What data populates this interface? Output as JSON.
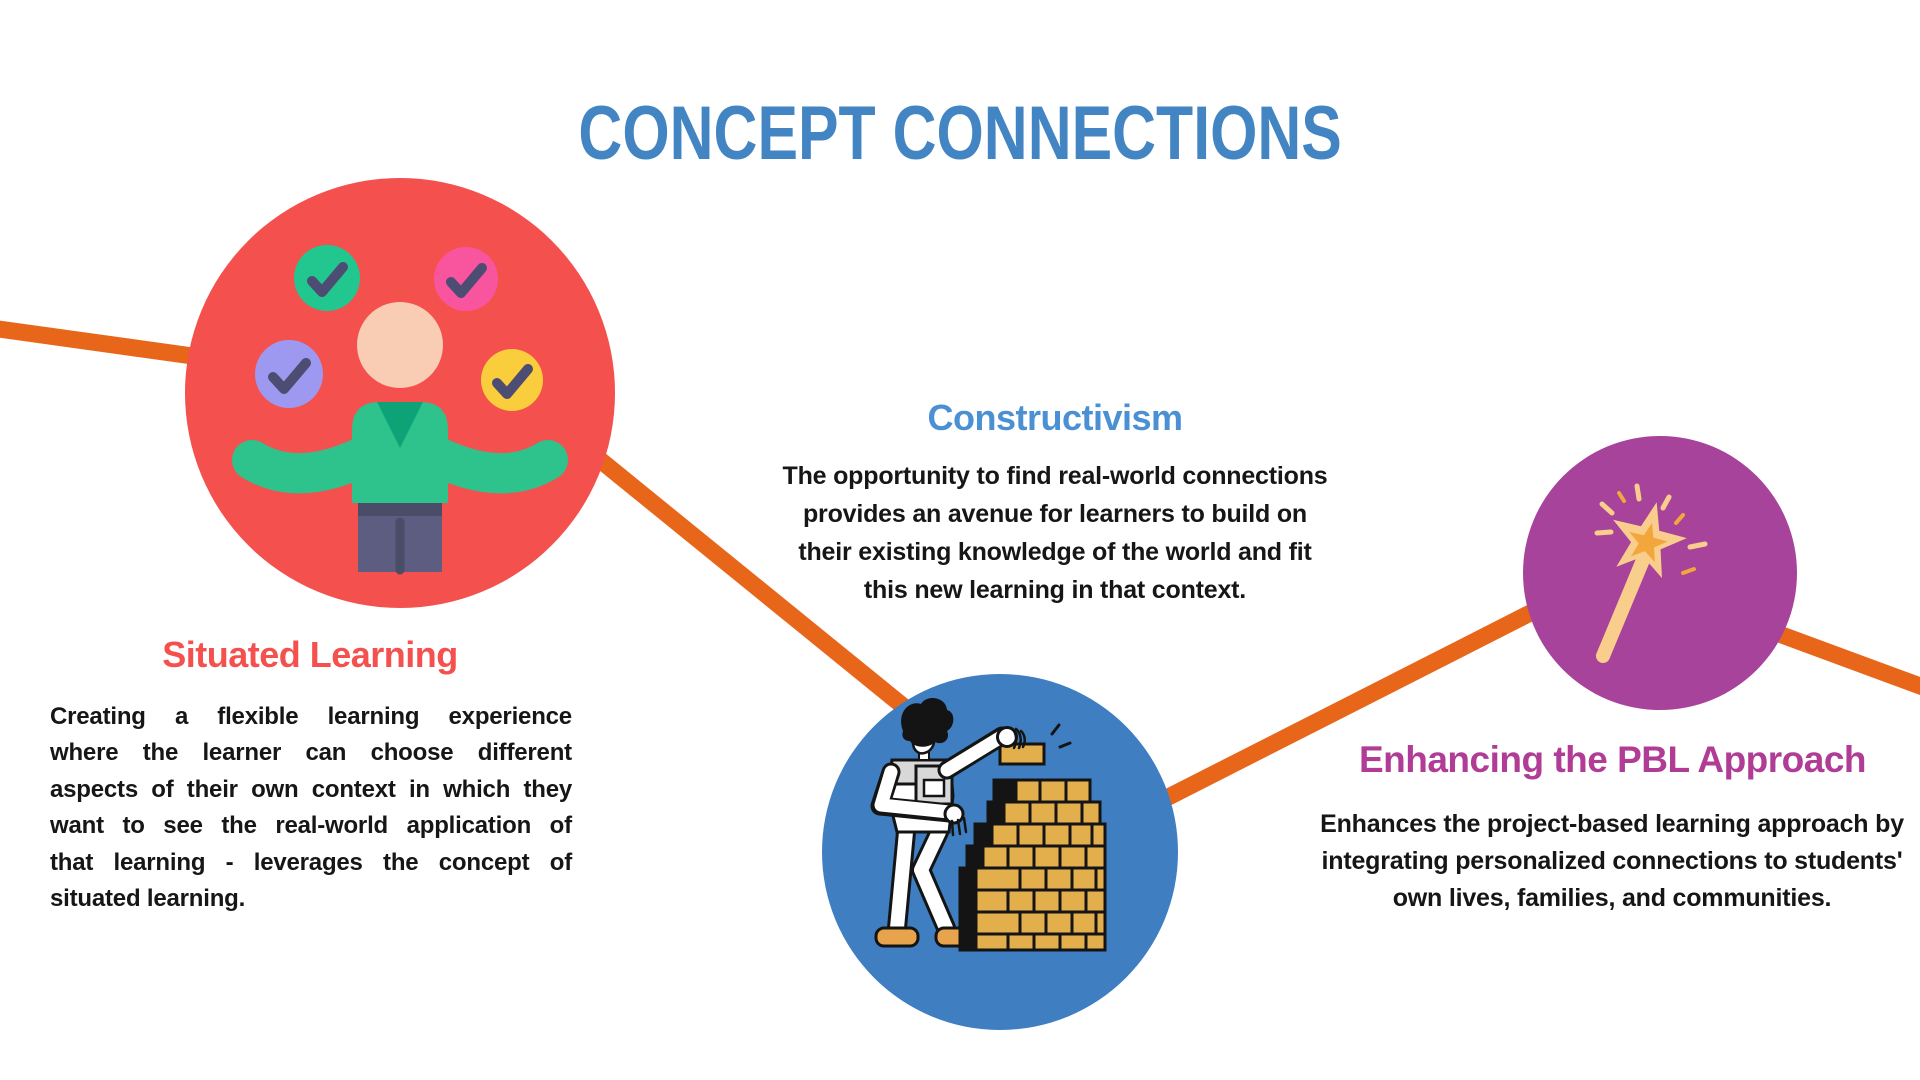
{
  "palette": {
    "background": "#FFFFFF",
    "title_blue": "#4285C2",
    "coral_red": "#F4514E",
    "heading_blue": "#4A90D3",
    "heading_magenta": "#B03C95",
    "connector_orange": "#E8661A",
    "circle_red": "#F4514E",
    "circle_blue": "#3E7EC1",
    "circle_purple": "#A7439A",
    "body_text": "#161616",
    "check_green": "#21C78E",
    "check_pink": "#F9559E",
    "check_lavender": "#9D99F1",
    "check_yellow": "#F9CD3B",
    "checkmark_slate": "#4D4C72",
    "shirt_green": "#2EC28C",
    "skin_peach": "#F9CDB3",
    "pants_slate": "#5C5D80",
    "brick_gold": "#E3AF4D",
    "wand_cream": "#F9CE8C",
    "star_orange": "#F2A63C"
  },
  "title": {
    "text": "CONCEPT CONNECTIONS"
  },
  "connector": {
    "color": "#E8661A"
  },
  "circles": {
    "situated": "#F4514E",
    "constructivism": "#3E7EC1",
    "pbl": "#A7439A"
  },
  "sections": {
    "situated": {
      "heading": "Situated Learning",
      "icon": "juggling-person-with-checkmarks",
      "body": "Creating a flexible learning experience where the learner can choose different aspects of their own context in which they want to see the real-world application of that learning - leverages the concept of situated learning.",
      "lines": [
        "Creating a flexible learning experience",
        "where the learner can choose different",
        "aspects of their own context in which they",
        "want to see the real-world application of",
        "that learning - leverages the concept of",
        "situated learning."
      ]
    },
    "constructivism": {
      "heading": "Constructivism",
      "icon": "person-building-brick-wall",
      "body": "The opportunity to find real-world connections provides an avenue for learners to build on their existing knowledge of the world and fit this new learning in that context.",
      "lines": [
        "The opportunity to find real-world connections",
        "provides an avenue for learners to build on",
        "their existing knowledge of the world and fit",
        "this new learning in that context."
      ]
    },
    "pbl": {
      "heading": "Enhancing the PBL Approach",
      "icon": "magic-wand",
      "body": "Enhances the project-based learning approach by integrating personalized connections to students' own lives, families, and communities.",
      "lines": [
        "Enhances the project-based learning approach by",
        "integrating personalized connections to students'",
        "own lives, families, and communities."
      ]
    }
  }
}
